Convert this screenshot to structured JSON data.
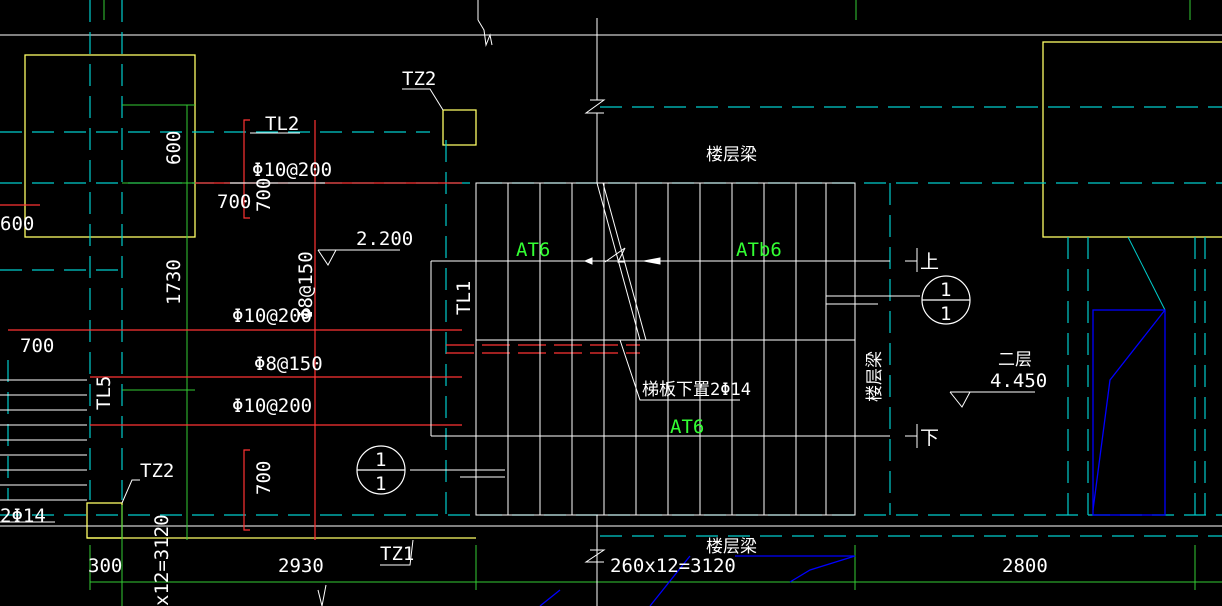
{
  "colors": {
    "background": "#000000",
    "white_lines": "#ffffff",
    "yellow_walls": "#ffff66",
    "cyan_axes": "#00cccc",
    "red_rebar": "#ff3333",
    "green_dims": "#33cc33",
    "blue_elements": "#0000ff",
    "green_labels": "#33ff33"
  },
  "labels": {
    "tz2_top": "TZ2",
    "tl2": "TL2",
    "floor_beam_top": "楼层梁",
    "rebar_top": "Φ10@200",
    "dim_600": "600",
    "dim_700_horizontal": "700",
    "dim_700_vertical": "700",
    "level_2200": "2.200",
    "at6_left": "AT6",
    "atb6": "ATb6",
    "shang": "上",
    "xia": "下",
    "section_1_top": "1",
    "section_1_bottom": "1",
    "section_1_left_top": "1",
    "section_1_left_bottom": "1",
    "dim_1730": "1730",
    "rebar_vertical": "Φ8@150",
    "rebar_mid": "Φ10@200",
    "dim_700_left": "700",
    "rebar_phi8": "Φ8@150",
    "tl1": "TL1",
    "slab_note": "梯板下置2Φ14",
    "floor_beam_mid": "楼层梁",
    "second_floor": "二层",
    "level_4450": "4.450",
    "rebar_bottom": "Φ10@200",
    "tl5": "TL5",
    "at6_bottom": "AT6",
    "tz2_left": "TZ2",
    "left_note": "2Φ14",
    "dim_700_bottom": "700",
    "tz1": "TZ1",
    "floor_beam_bottom": "楼层梁",
    "dim_300": "300",
    "dim_3120_vertical": "x12=3120",
    "dim_2930": "2930",
    "dim_260x12": "260x12=3120",
    "dim_2800": "2800",
    "dim_left_edge": "600"
  }
}
